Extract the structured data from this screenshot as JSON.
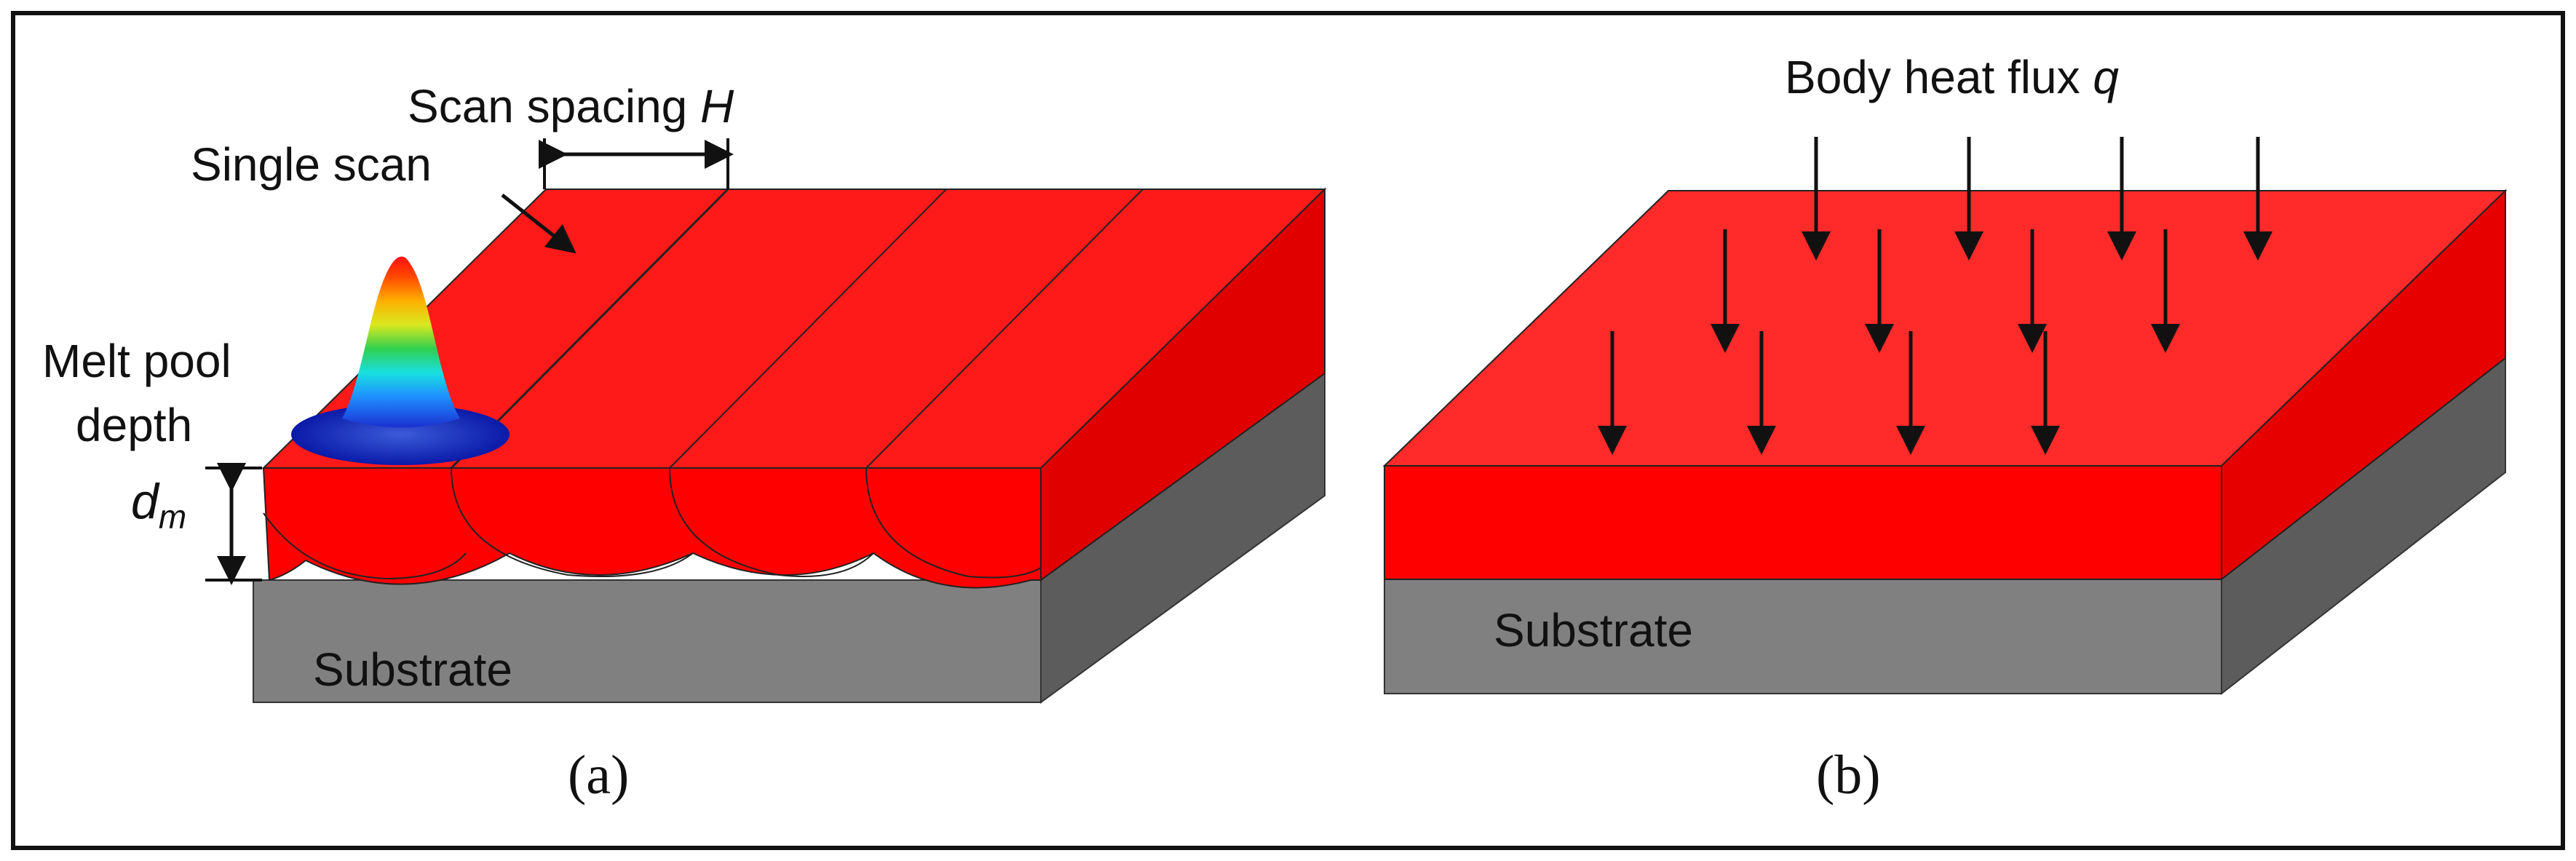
{
  "panel_a": {
    "scan_spacing_label": "Scan spacing ",
    "scan_spacing_symbol": "H",
    "single_scan_label": "Single scan",
    "melt_pool_line1": "Melt pool",
    "melt_pool_line2": "depth",
    "depth_symbol": "d",
    "depth_subscript": "m",
    "substrate_label": "Substrate",
    "caption": "(a)"
  },
  "panel_b": {
    "heat_flux_label": "Body heat flux ",
    "heat_flux_symbol": "q",
    "substrate_label": "Substrate",
    "caption": "(b)"
  },
  "colors": {
    "frame": "#111111",
    "layer_front": "#ff0000",
    "layer_top": "#ff1a1a",
    "layer_side": "#e00000",
    "substrate_front": "#808080",
    "substrate_side": "#5c5c5c",
    "arrow": "#111111"
  }
}
